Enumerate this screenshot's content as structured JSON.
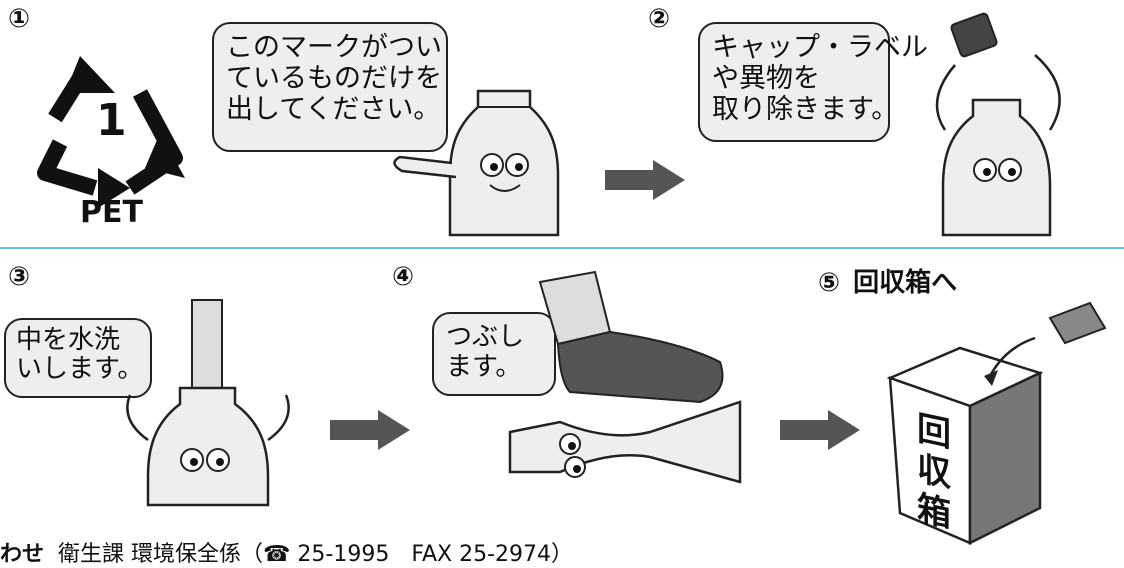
{
  "steps": [
    {
      "number": "①",
      "lines": [
        "このマークがつい",
        "ているものだけを",
        "出してください。"
      ]
    },
    {
      "number": "②",
      "lines": [
        "キャップ・ラベル",
        "や異物を",
        "取り除きます。"
      ]
    },
    {
      "number": "③",
      "lines": [
        "中を水洗",
        "いします。"
      ]
    },
    {
      "number": "④",
      "lines": [
        "つぶし",
        "ます。"
      ]
    },
    {
      "number": "⑤",
      "title": "回収箱へ"
    }
  ],
  "recycle_mark": {
    "digit": "1",
    "label": "PET"
  },
  "box_label": [
    "回",
    "収",
    "箱"
  ],
  "footer": {
    "heading": "わせ",
    "text": "衛生課 環境保全係（☎ 25‑1995　FAX 25‑2974）"
  },
  "colors": {
    "divider": "#5ec6e8",
    "arrow": "#555555",
    "bubble": "#eeeeee",
    "shoe": "#555555"
  }
}
